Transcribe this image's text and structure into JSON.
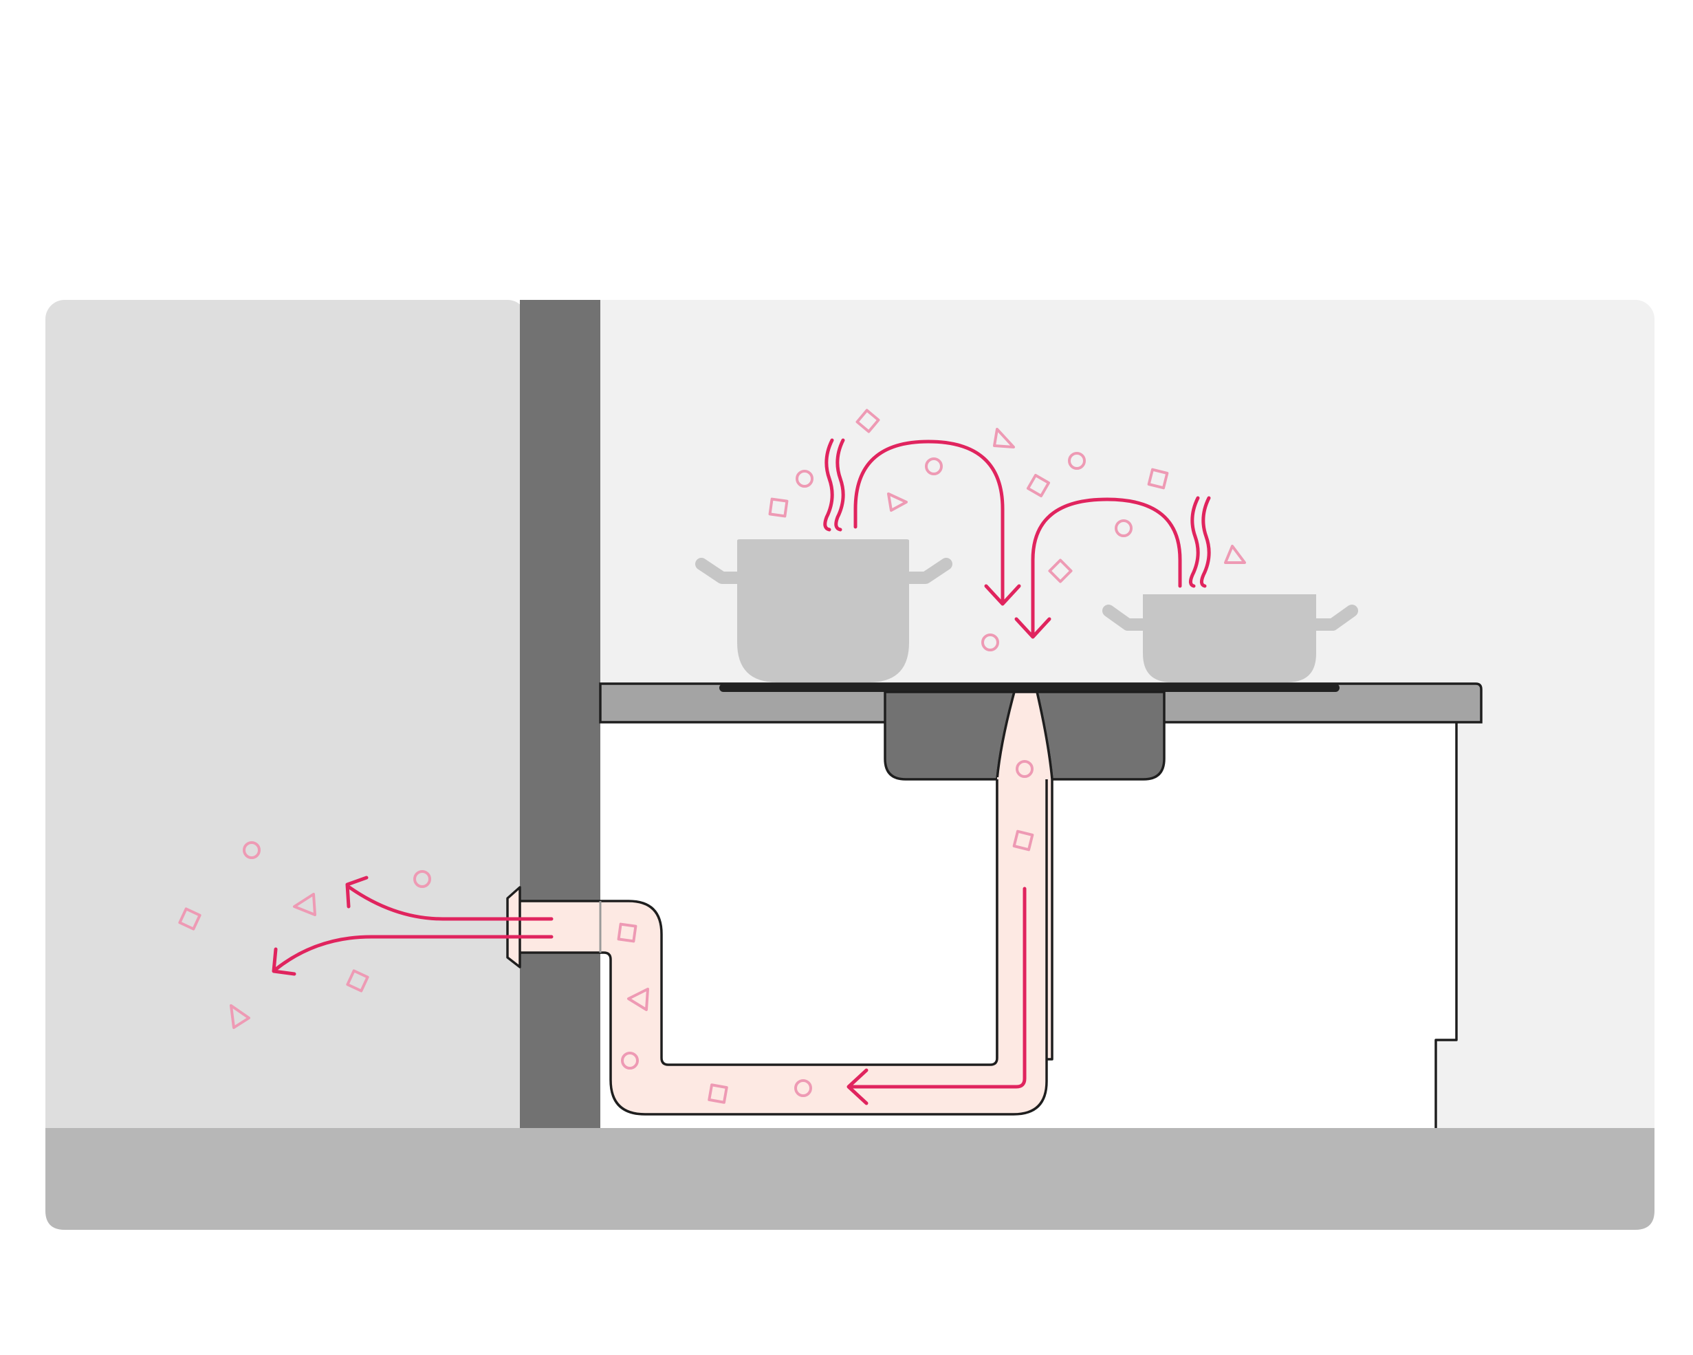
{
  "diagram": {
    "colors": {
      "background": "#ffffff",
      "outdoor_wall": "#dedede",
      "kitchen_wall": "#f1f1f1",
      "wall_section": "#727272",
      "floor": "#b7b7b7",
      "countertop": "#a4a4a4",
      "hob_surface": "#222222",
      "extractor_housing": "#727272",
      "pot": "#c6c6c6",
      "cabinet": "#ffffff",
      "duct_fill": "#fde9e3",
      "airflow": "#e0245e",
      "particles": "#ee9ab4",
      "outline": "#1e1e1e"
    },
    "icons": {
      "steam": "wavy-steam-lines",
      "particle_shapes": [
        "circle",
        "square",
        "triangle"
      ],
      "airflow": "arrow"
    }
  }
}
